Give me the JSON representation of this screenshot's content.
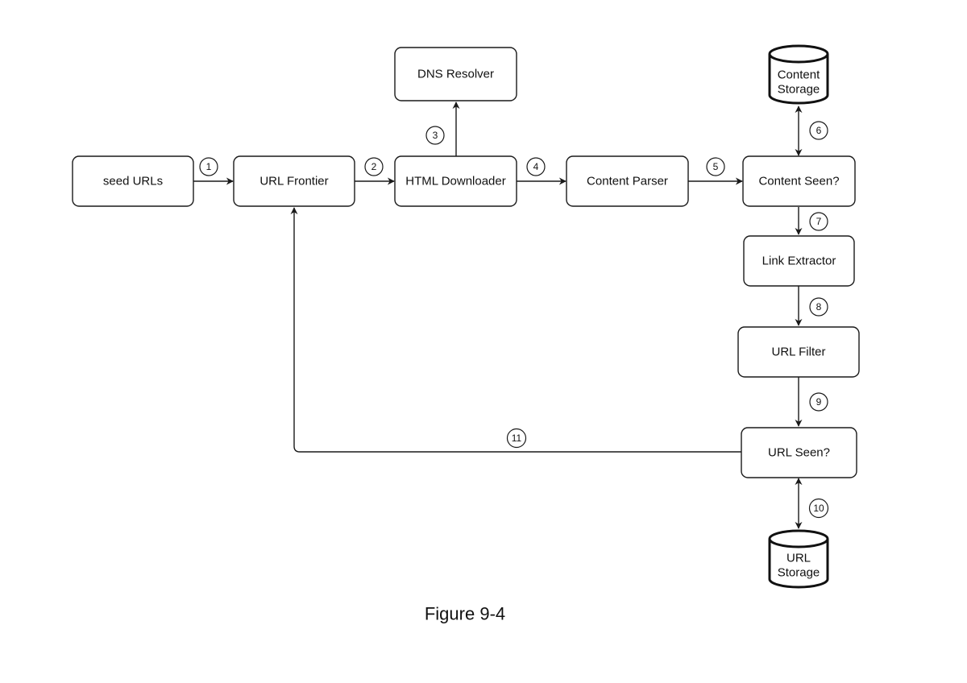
{
  "nodes": {
    "seed_urls": "seed URLs",
    "url_frontier": "URL Frontier",
    "html_downloader": "HTML Downloader",
    "dns_resolver": "DNS Resolver",
    "content_parser": "Content Parser",
    "content_seen": "Content Seen?",
    "content_storage": [
      "Content",
      "Storage"
    ],
    "link_extractor": "Link Extractor",
    "url_filter": "URL Filter",
    "url_seen": "URL Seen?",
    "url_storage": [
      "URL",
      "Storage"
    ]
  },
  "steps": [
    "1",
    "2",
    "3",
    "4",
    "5",
    "6",
    "7",
    "8",
    "9",
    "10",
    "11"
  ],
  "caption": "Figure 9-4"
}
